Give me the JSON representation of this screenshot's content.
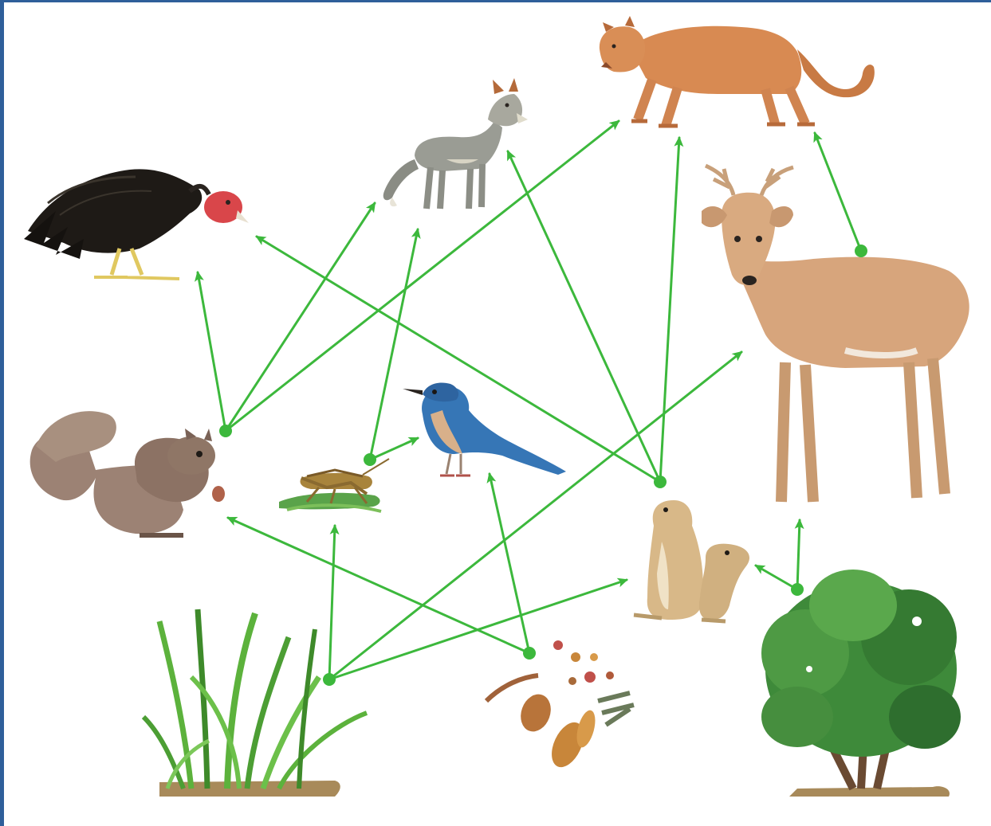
{
  "diagram": {
    "type": "food-web",
    "arrow_color": "#3cb83c",
    "organisms": [
      {
        "id": "vulture",
        "icon": "vulture-icon",
        "colors": {
          "body": "#1e1a16",
          "head": "#d9464a",
          "feet": "#e0c860"
        }
      },
      {
        "id": "fox",
        "icon": "fox-icon",
        "colors": {
          "body": "#9a9c94",
          "belly": "#d8d4c4",
          "ears": "#b46a3a"
        }
      },
      {
        "id": "cougar",
        "icon": "cougar-icon",
        "colors": {
          "body": "#d88a52",
          "shade": "#b76a3a"
        }
      },
      {
        "id": "deer",
        "icon": "deer-icon",
        "colors": {
          "body": "#d7a57c",
          "shade": "#b88660",
          "antlers": "#c8a07a"
        }
      },
      {
        "id": "squirrel",
        "icon": "squirrel-icon",
        "colors": {
          "body": "#8c7264",
          "tail": "#9c8274"
        }
      },
      {
        "id": "grasshopper",
        "icon": "grasshopper-icon",
        "colors": {
          "body": "#a8843c",
          "grass": "#5aa34a"
        }
      },
      {
        "id": "jay",
        "icon": "jay-icon",
        "colors": {
          "body": "#3676b6",
          "breast": "#d8b08a"
        }
      },
      {
        "id": "prairie-dogs",
        "icon": "prairie-dog-icon",
        "colors": {
          "body": "#d8b888",
          "belly": "#f0e2c6"
        }
      },
      {
        "id": "grass",
        "icon": "grass-icon",
        "colors": {
          "blade": "#5cb23c",
          "dark": "#3e8a2a"
        }
      },
      {
        "id": "seeds",
        "icon": "seeds-icon",
        "colors": {
          "seed": "#c8863a",
          "berry": "#c0504a"
        }
      },
      {
        "id": "shrub",
        "icon": "shrub-icon",
        "colors": {
          "leaves": "#3e8a3a",
          "trunk": "#6a4a32"
        }
      }
    ],
    "links": [
      {
        "from": "squirrel",
        "to": "vulture"
      },
      {
        "from": "squirrel",
        "to": "fox"
      },
      {
        "from": "squirrel",
        "to": "cougar"
      },
      {
        "from": "grasshopper",
        "to": "fox"
      },
      {
        "from": "grasshopper",
        "to": "jay"
      },
      {
        "from": "prairie-dogs",
        "to": "vulture"
      },
      {
        "from": "prairie-dogs",
        "to": "fox"
      },
      {
        "from": "prairie-dogs",
        "to": "cougar"
      },
      {
        "from": "deer",
        "to": "cougar"
      },
      {
        "from": "grass",
        "to": "grasshopper"
      },
      {
        "from": "grass",
        "to": "deer"
      },
      {
        "from": "grass",
        "to": "prairie-dogs"
      },
      {
        "from": "seeds",
        "to": "squirrel"
      },
      {
        "from": "seeds",
        "to": "jay"
      },
      {
        "from": "shrub",
        "to": "prairie-dogs"
      },
      {
        "from": "shrub",
        "to": "deer"
      }
    ]
  }
}
